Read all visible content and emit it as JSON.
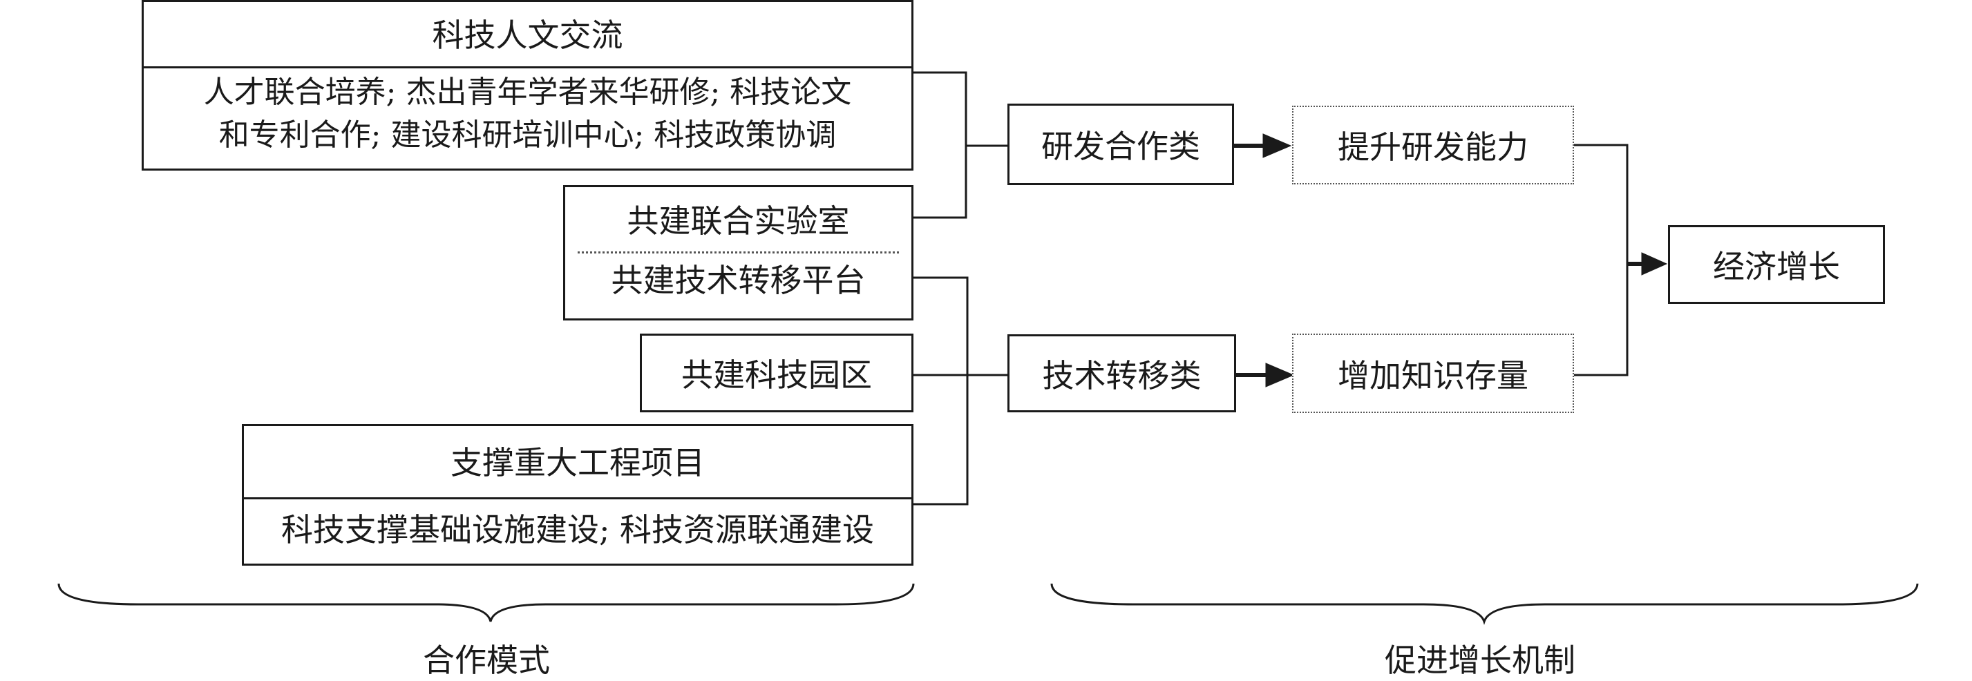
{
  "modes": {
    "exchange": {
      "title": "科技人文交流",
      "detail_line1": "人才联合培养; 杰出青年学者来华研修; 科技论文",
      "detail_line2": "和专利合作; 建设科研培训中心; 科技政策协调"
    },
    "joint_lab": "共建联合实验室",
    "tech_transfer_platform": "共建技术转移平台",
    "tech_park": "共建科技园区",
    "major_projects": {
      "title": "支撑重大工程项目",
      "detail": "科技支撑基础设施建设; 科技资源联通建设"
    }
  },
  "categories": {
    "rd_cooperation": "研发合作类",
    "tech_transfer": "技术转移类"
  },
  "mechanisms": {
    "rd_capability": "提升研发能力",
    "knowledge_stock": "增加知识存量"
  },
  "outcome": "经济增长",
  "captions": {
    "left": "合作模式",
    "right": "促进增长机制"
  }
}
